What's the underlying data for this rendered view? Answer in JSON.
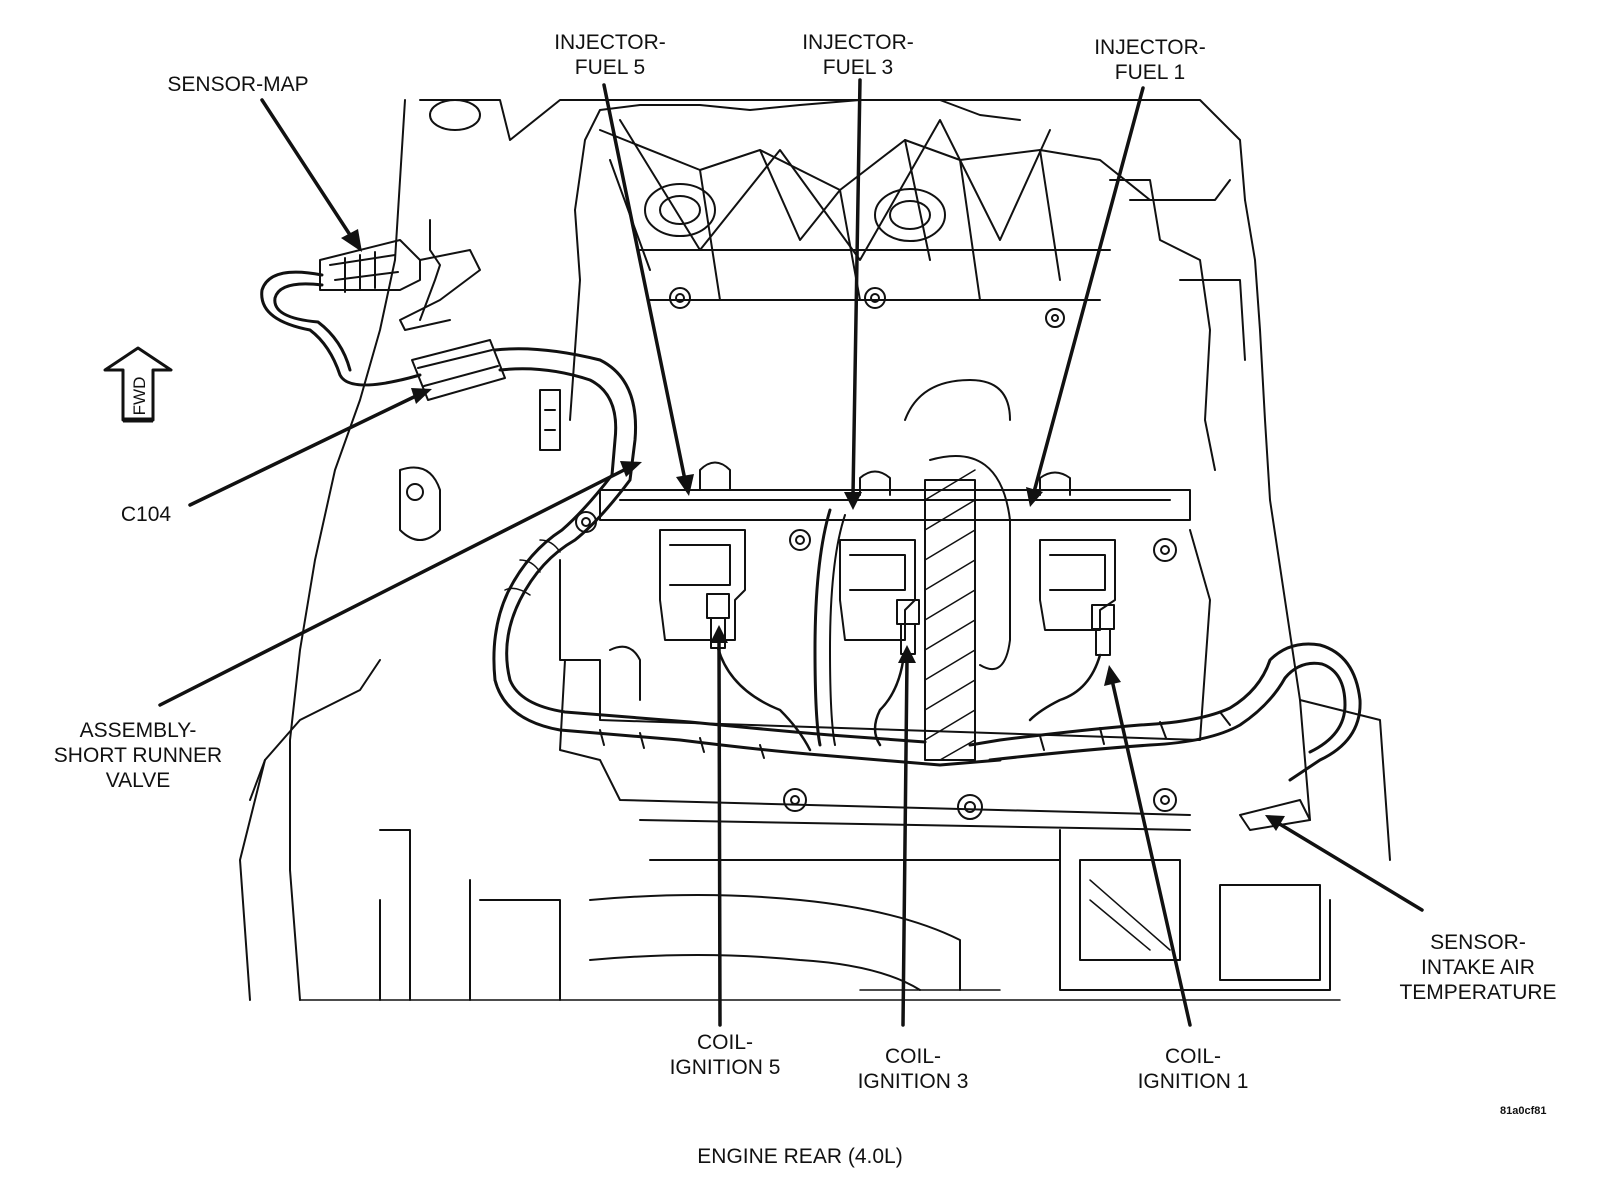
{
  "labels": {
    "sensor_map": {
      "lines": [
        "SENSOR-MAP"
      ]
    },
    "injector_fuel_5": {
      "lines": [
        "INJECTOR-",
        "FUEL 5"
      ]
    },
    "injector_fuel_3": {
      "lines": [
        "INJECTOR-",
        "FUEL 3"
      ]
    },
    "injector_fuel_1": {
      "lines": [
        "INJECTOR-",
        "FUEL 1"
      ]
    },
    "c104": {
      "lines": [
        "C104"
      ]
    },
    "assembly_short_runner_valve": {
      "lines": [
        "ASSEMBLY-",
        "SHORT RUNNER",
        "VALVE"
      ]
    },
    "coil_ignition_5": {
      "lines": [
        "COIL-",
        "IGNITION 5"
      ]
    },
    "coil_ignition_3": {
      "lines": [
        "COIL-",
        "IGNITION 3"
      ]
    },
    "coil_ignition_1": {
      "lines": [
        "COIL-",
        "IGNITION 1"
      ]
    },
    "sensor_intake_air_temperature": {
      "lines": [
        "SENSOR-",
        "INTAKE AIR",
        "TEMPERATURE"
      ]
    }
  },
  "fwd_arrow": {
    "text": "FWD"
  },
  "figure_id": "81a0cf81",
  "caption": "ENGINE REAR (4.0L)",
  "colors": {
    "ink": "#111111",
    "background": "#ffffff"
  },
  "icons": {
    "direction": "fwd-arrow-icon"
  }
}
